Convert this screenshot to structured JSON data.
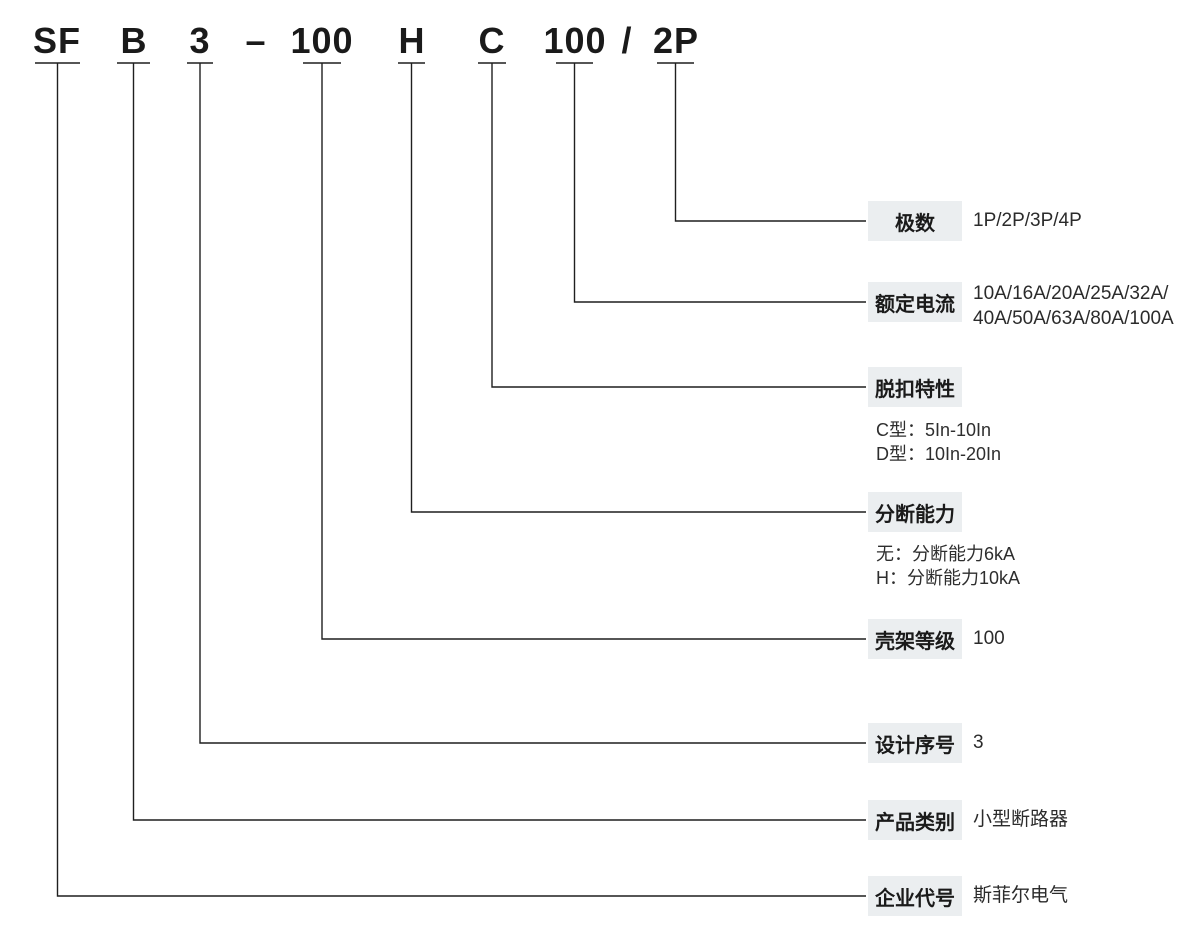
{
  "code": {
    "full": "SFB3-100 HC 100/2P",
    "segments": [
      {
        "id": "enterprise",
        "text": "SF"
      },
      {
        "id": "category",
        "text": "B"
      },
      {
        "id": "design",
        "text": "3"
      },
      {
        "id": "dash",
        "text": "–"
      },
      {
        "id": "frame",
        "text": "100"
      },
      {
        "id": "breaking",
        "text": "H"
      },
      {
        "id": "trip",
        "text": "C"
      },
      {
        "id": "current",
        "text": "100"
      },
      {
        "id": "slash",
        "text": "/"
      },
      {
        "id": "poles",
        "text": "2P"
      }
    ]
  },
  "rows": [
    {
      "key": "poles",
      "label": "极数",
      "value": "1P/2P/3P/4P"
    },
    {
      "key": "rated-current",
      "label": "额定电流",
      "value_lines": [
        "10A/16A/20A/25A/32A/",
        "40A/50A/63A/80A/100A"
      ]
    },
    {
      "key": "trip-characteristic",
      "label": "脱扣特性",
      "notes": [
        "C型：5In-10In",
        "D型：10In-20In"
      ]
    },
    {
      "key": "breaking-capacity",
      "label": "分断能力",
      "notes": [
        "无：分断能力6kA",
        "H：分断能力10kA"
      ]
    },
    {
      "key": "frame-level",
      "label": "壳架等级",
      "value": "100"
    },
    {
      "key": "design-serial",
      "label": "设计序号",
      "value": "3"
    },
    {
      "key": "product-category",
      "label": "产品类别",
      "value": "小型断路器"
    },
    {
      "key": "enterprise-code",
      "label": "企业代号",
      "value": "斯菲尔电气"
    }
  ],
  "colors": {
    "label_box_bg": "#ebeef0",
    "line": "#1f1f1f",
    "text": "#1a1a1a"
  }
}
